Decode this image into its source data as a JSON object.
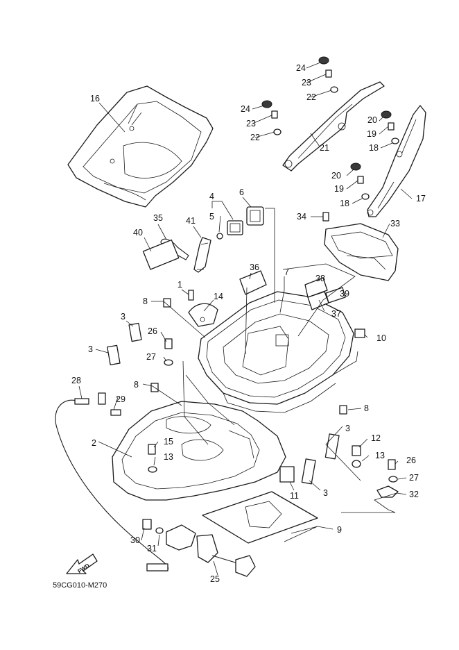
{
  "diagram_code": "59CG010-M270",
  "fwd_label": "FWD",
  "callouts": [
    "1",
    "2",
    "3",
    "3",
    "3",
    "3",
    "4",
    "5",
    "6",
    "7",
    "8",
    "8",
    "8",
    "9",
    "10",
    "11",
    "12",
    "13",
    "13",
    "14",
    "15",
    "16",
    "17",
    "18",
    "18",
    "19",
    "19",
    "20",
    "20",
    "21",
    "22",
    "22",
    "23",
    "23",
    "24",
    "24",
    "25",
    "26",
    "26",
    "27",
    "27",
    "28",
    "29",
    "30",
    "31",
    "32",
    "33",
    "34",
    "35",
    "36",
    "37",
    "38",
    "39",
    "40",
    "41"
  ]
}
